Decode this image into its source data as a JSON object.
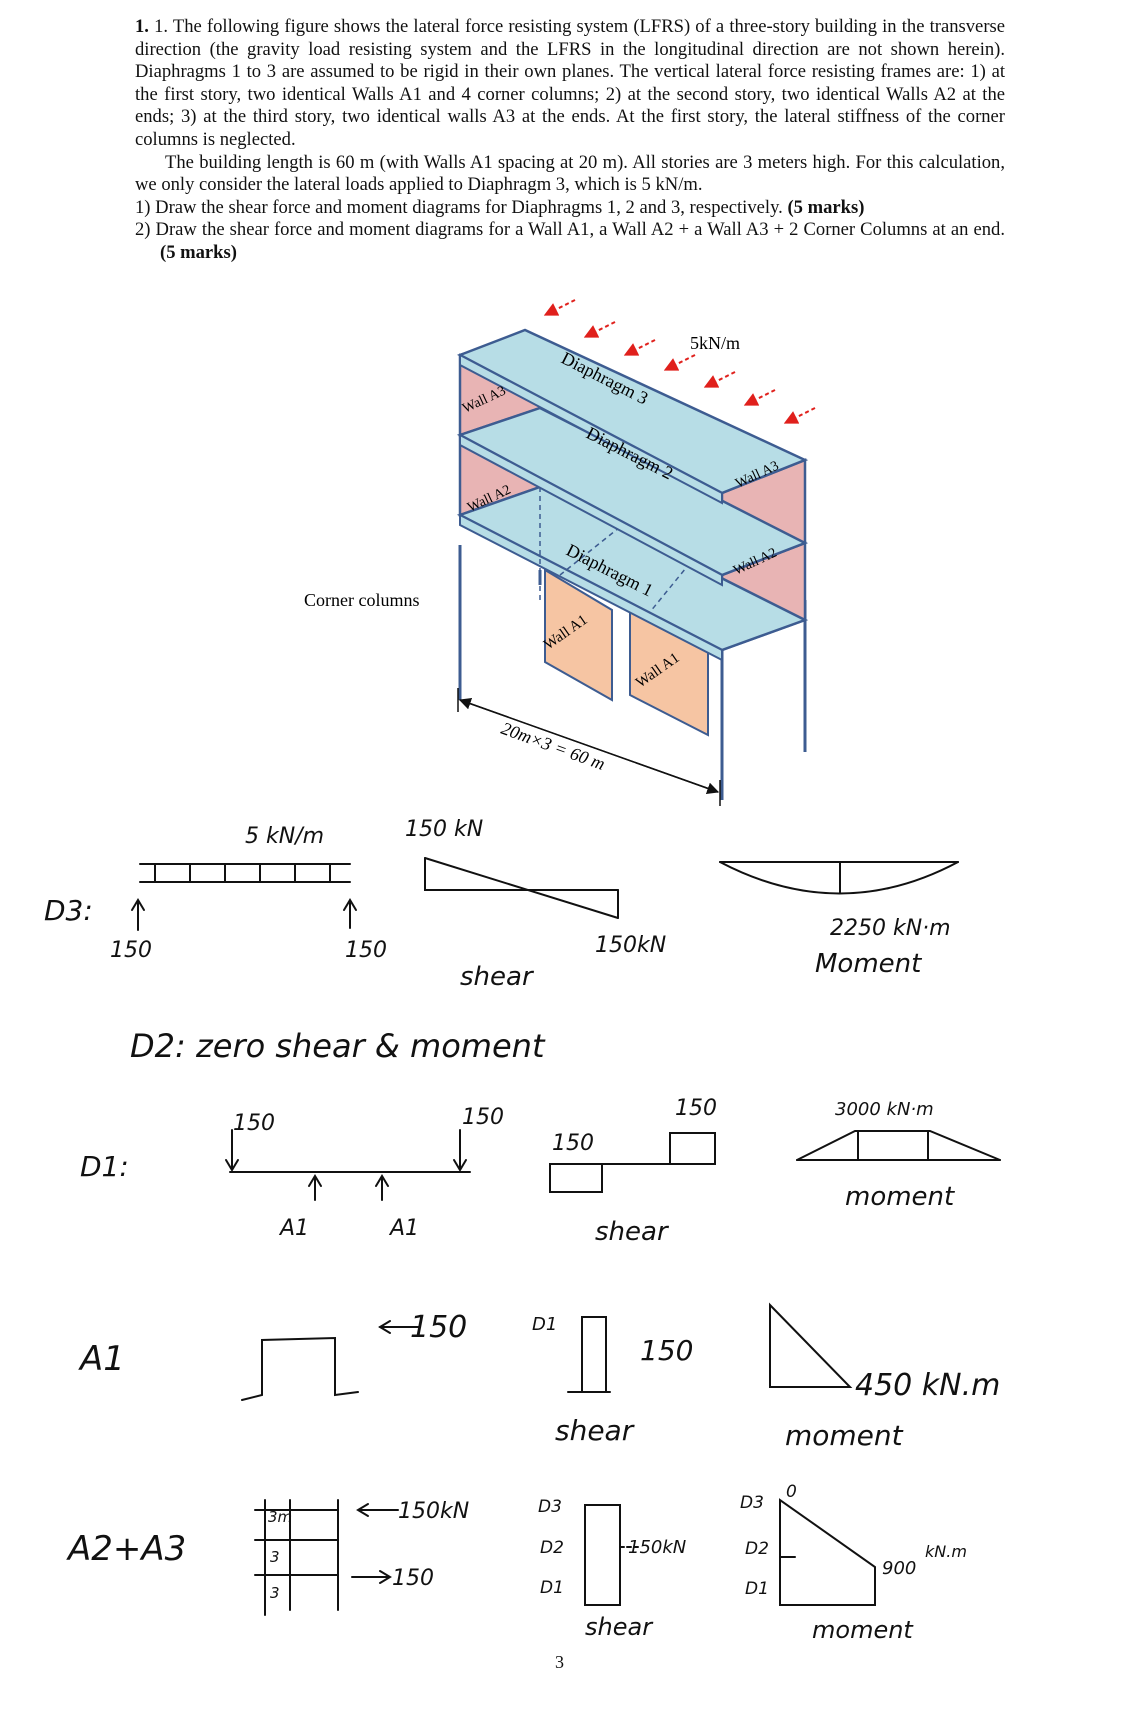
{
  "problem": {
    "intro": "1. The following figure shows the lateral force resisting system (LFRS) of a three-story building in the transverse direction (the gravity load resisting system and the LFRS in the longitudinal direction are not shown herein). Diaphragms 1 to 3 are assumed to be rigid in their own planes. The vertical lateral force resisting frames are: 1) at the first story, two identical Walls A1 and 4 corner columns; 2) at the second story, two identical Walls A2 at the ends; 3) at the third story, two identical walls A3 at the ends. At the first story, the lateral stiffness of the corner columns is neglected.",
    "para2": "The building length is 60 m (with Walls A1 spacing at 20 m). All stories are 3 meters high. For this calculation, we only consider the lateral loads applied to Diaphragm 3, which is 5 kN/m.",
    "q1": "1) Draw the shear force and moment diagrams for Diaphragms 1, 2 and 3, respectively.",
    "q1_marks": "(5 marks)",
    "q2": "2) Draw the shear force and moment diagrams for a Wall A1,  a Wall A2 + a Wall A3 + 2 Corner Columns at an end.",
    "q2_marks": "(5 marks)"
  },
  "figure": {
    "load_label": "5kN/m",
    "diaphragm3": "Diaphragm 3",
    "diaphragm2": "Diaphragm 2",
    "diaphragm1": "Diaphragm 1",
    "wall_a3": "Wall A3",
    "wall_a2": "Wall A2",
    "wall_a1": "Wall A1",
    "corner_columns": "Corner columns",
    "dimension": "20m×3 = 60 m"
  },
  "handwritten": {
    "d3_label": "D3:",
    "load": "5 kN/m",
    "r_left": "150",
    "r_right": "150",
    "shear_top": "150 kN",
    "shear_bottom": "150kN",
    "shear_caption": "shear",
    "moment_value": "2250 kN·m",
    "moment_caption": "Moment",
    "d2_note": "D2: zero shear & moment",
    "d1_label": "D1:",
    "d1_load_left": "150",
    "d1_load_right": "150",
    "d1_support_left": "A1",
    "d1_support_right": "A1",
    "d1_shear_left": "150",
    "d1_shear_right": "150",
    "d1_shear_caption": "shear",
    "d1_moment_value": "3000 kN·m",
    "d1_moment_caption": "moment",
    "a1_label": "A1",
    "a1_force": "150",
    "a1_d1": "D1",
    "a1_shear_value": "150",
    "a1_shear_caption": "shear",
    "a1_moment_value": "450 kN.m",
    "a1_moment_caption": "moment",
    "a23_label": "A2+A3",
    "a23_force_top": "150kN",
    "a23_force_mid": "150",
    "a23_h1": "3m",
    "a23_h2": "3",
    "a23_h3": "3",
    "a23_d3": "D3",
    "a23_d2": "D2",
    "a23_d1": "D1",
    "a23_shear_value": "150kN",
    "a23_shear_caption": "shear",
    "a23_m_d3": "D3",
    "a23_m_zero": "0",
    "a23_m_d2": "D2",
    "a23_m_d1": "D1",
    "a23_moment_value": "900",
    "a23_moment_unit": "kN.m",
    "a23_moment_caption": "moment"
  },
  "page_number": "3",
  "colors": {
    "diaphragm": "#b7dde6",
    "wall_red": "#e8b4b4",
    "wall_orange": "#f6c5a3",
    "frame_blue": "#3d5c91",
    "load_red": "#e0201c"
  }
}
